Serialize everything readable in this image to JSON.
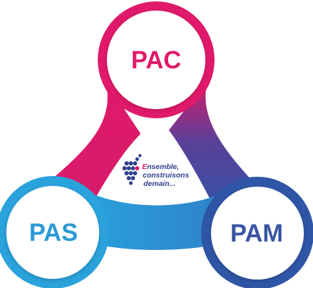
{
  "diagram": {
    "nodes": [
      {
        "id": "pac",
        "label": "PAC",
        "color": "#e0196a"
      },
      {
        "id": "pas",
        "label": "PAS",
        "color": "#2a9ad4"
      },
      {
        "id": "pam",
        "label": "PAM",
        "color": "#3a55a3"
      }
    ],
    "center_logo": {
      "line1": "nsemble,",
      "line1_accent": "E",
      "line2": "construisons",
      "line3": "demain...",
      "text_color": "#2f3f8f",
      "accent_color": "#e0196a",
      "icon": "grape-cluster-icon"
    }
  }
}
